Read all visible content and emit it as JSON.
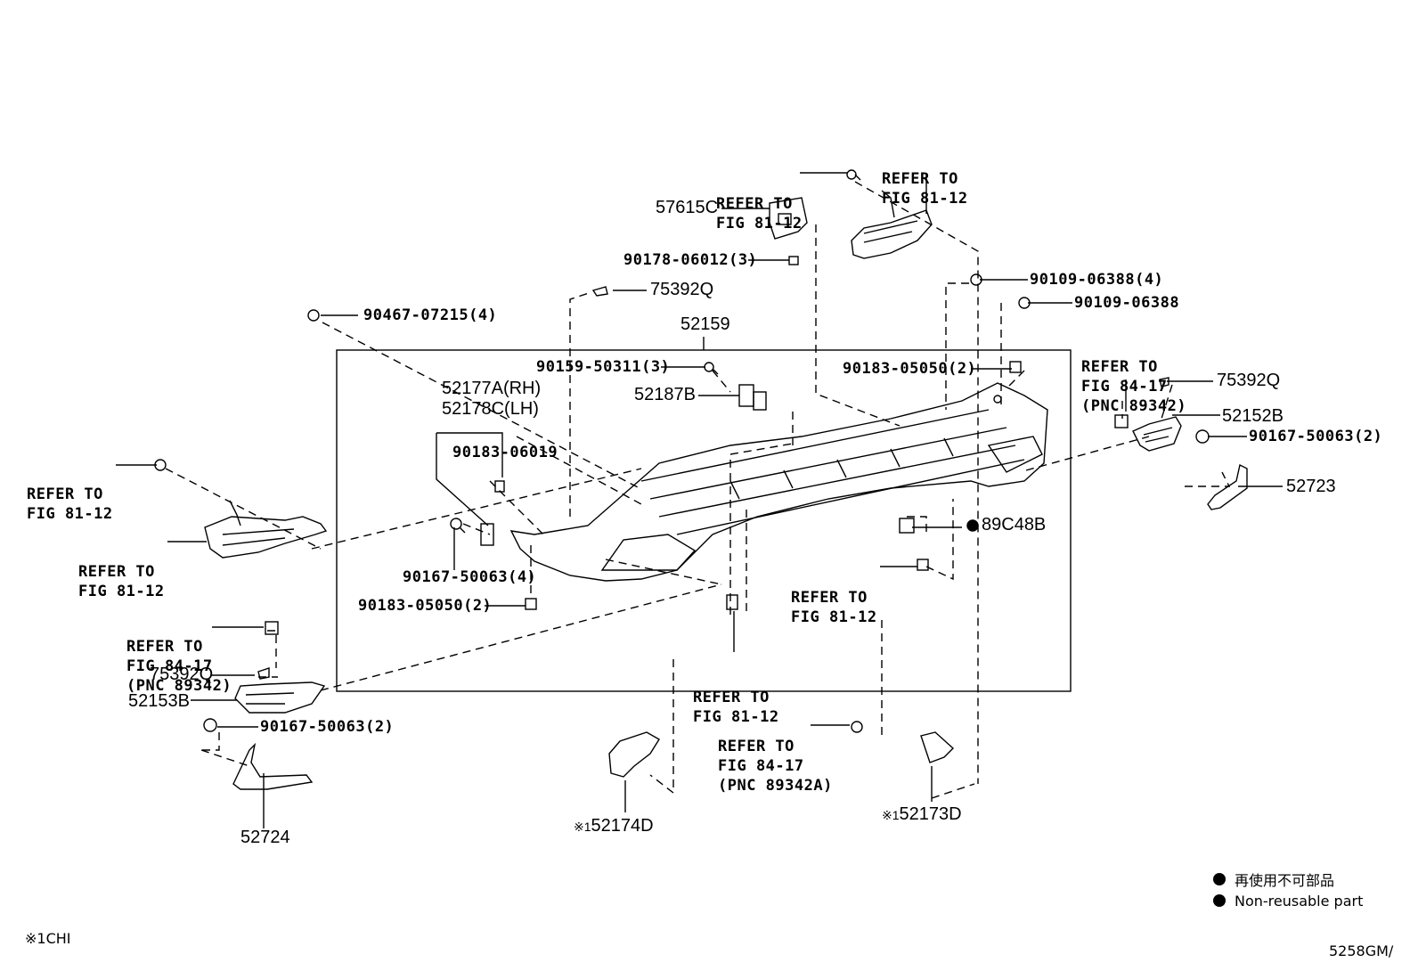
{
  "parts": {
    "p57615C": "57615C",
    "p90178": "90178-06012(3)",
    "p75392Q_top": "75392Q",
    "p90467": "90467-07215(4)",
    "p52159": "52159",
    "p90159": "90159-50311(3)",
    "p52187B": "52187B",
    "p52177A": "52177A(RH)",
    "p52178C": "52178C(LH)",
    "p90183_06019": "90183-06019",
    "p90167_mid": "90167-50063(4)",
    "p90183_05050_left": "90183-05050(2)",
    "p90183_05050_right": "90183-05050(2)",
    "p90109_4": "90109-06388(4)",
    "p90109": "90109-06388",
    "p75392Q_right": "75392Q",
    "p52152B": "52152B",
    "p90167_right": "90167-50063(2)",
    "p52723": "52723",
    "p89C48B": "89C48B",
    "p75392Q_left": "75392Q",
    "p52153B": "52153B",
    "p90167_left": "90167-50063(2)",
    "p52724": "52724",
    "p52174D": "52174D",
    "p52173D": "52173D",
    "note_mark": "※1"
  },
  "refs": {
    "ref_top_center": [
      "REFER TO",
      "FIG 81-12"
    ],
    "ref_top_right": [
      "REFER TO",
      "FIG 81-12"
    ],
    "ref_right": [
      "REFER TO",
      "FIG 84-17",
      "(PNC 89342)"
    ],
    "ref_left_upper": [
      "REFER TO",
      "FIG 81-12"
    ],
    "ref_left_mid": [
      "REFER TO",
      "FIG 81-12"
    ],
    "ref_left_lower": [
      "REFER TO",
      "FIG 84-17",
      "(PNC 89342)"
    ],
    "ref_center_right": [
      "REFER TO",
      "FIG 81-12"
    ],
    "ref_bottom_center": [
      "REFER TO",
      "FIG 81-12"
    ],
    "ref_bottom_right": [
      "REFER TO",
      "FIG 84-17",
      "(PNC 89342A)"
    ]
  },
  "legend": {
    "jp": "再使用不可部品",
    "en": "Non-reusable part"
  },
  "footer": {
    "note": "※1CHI",
    "code": "5258GM/"
  }
}
